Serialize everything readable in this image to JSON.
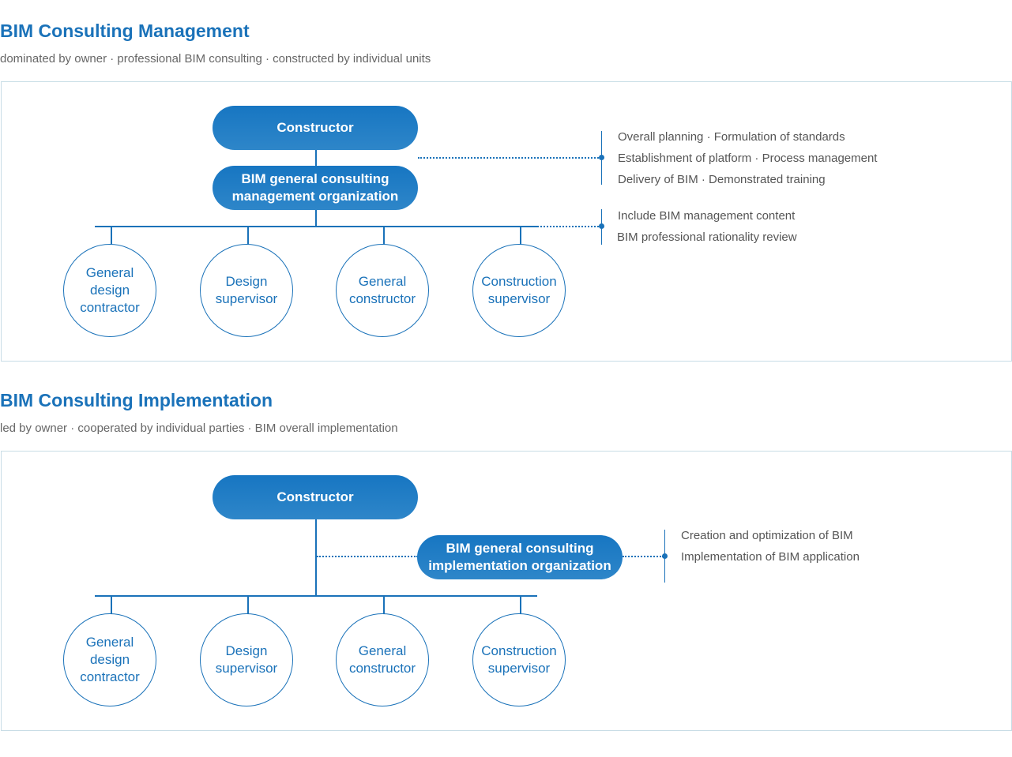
{
  "management": {
    "title": "BIM Consulting Management",
    "subtitle": "dominated by owner ·  professional BIM consulting ·  constructed by individual units",
    "top_node": "Constructor",
    "org_node": "BIM general consulting\nmanagement organization",
    "notes_upper": [
      "Overall planning · Formulation of standards",
      "Establishment of platform · Process management",
      "Delivery of BIM ·  Demonstrated training"
    ],
    "notes_lower": [
      "Include BIM management content",
      "BIM professional rationality review"
    ],
    "units": [
      "General\ndesign\ncontractor",
      "Design\nsupervisor",
      "General\nconstructor",
      "Construction\nsupervisor"
    ]
  },
  "implementation": {
    "title": "BIM Consulting Implementation",
    "subtitle": "led by owner · cooperated by individual parties · BIM overall implementation",
    "top_node": "Constructor",
    "org_node": "BIM general consulting\nimplementation organization",
    "notes": [
      "Creation and optimization of BIM",
      "Implementation of BIM application"
    ],
    "units": [
      "General\ndesign\ncontractor",
      "Design\nsupervisor",
      "General\nconstructor",
      "Construction\nsupervisor"
    ]
  },
  "colors": {
    "accent": "#1a72b9",
    "panel_border": "#c8dde6",
    "note_text": "#555555",
    "subtitle_text": "#666666"
  }
}
